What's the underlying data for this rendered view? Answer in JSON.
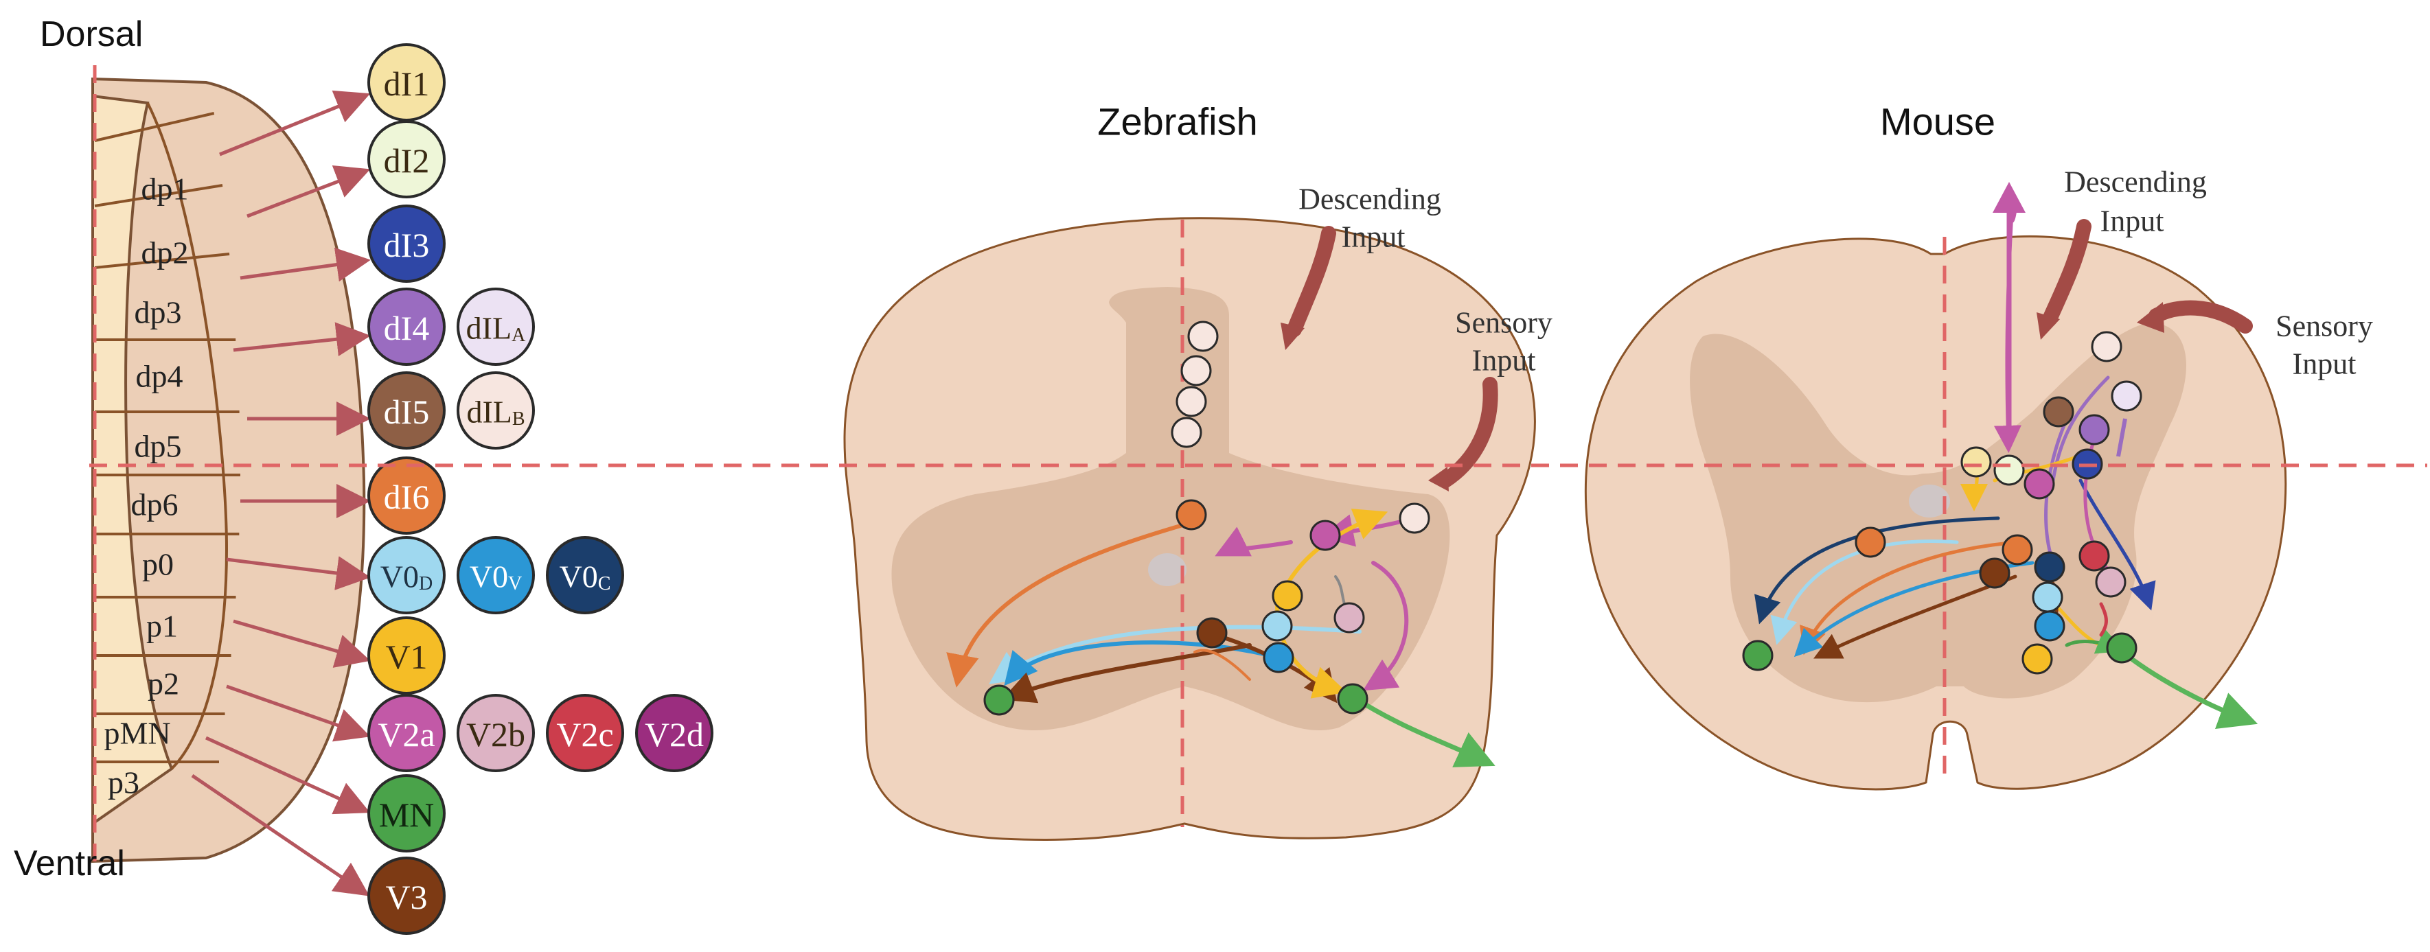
{
  "labels": {
    "dorsal": "Dorsal",
    "ventral": "Ventral",
    "zebrafish": "Zebrafish",
    "mouse": "Mouse",
    "descending_line1": "Descending",
    "descending_line2": "Input",
    "sensory_line1": "Sensory",
    "sensory_line2": "Input"
  },
  "domains": [
    "dp1",
    "dp2",
    "dp3",
    "dp4",
    "dp5",
    "dp6",
    "p0",
    "p1",
    "p2",
    "pMN",
    "p3"
  ],
  "cell_types": [
    {
      "id": "dI1",
      "label": "dI1",
      "fill": "#f6e3a4",
      "text": "#3a2a12"
    },
    {
      "id": "dI2",
      "label": "dI2",
      "fill": "#eef6d8",
      "text": "#3a2a12"
    },
    {
      "id": "dI3",
      "label": "dI3",
      "fill": "#2f47a6",
      "text": "#ffffff"
    },
    {
      "id": "dI4",
      "label": "dI4",
      "fill": "#9a6cc0",
      "text": "#ffffff"
    },
    {
      "id": "dILA",
      "label": "dIL",
      "sub": "A",
      "fill": "#ece2f3",
      "text": "#3a2a12"
    },
    {
      "id": "dI5",
      "label": "dI5",
      "fill": "#8e5f45",
      "text": "#ffffff"
    },
    {
      "id": "dILB",
      "label": "dIL",
      "sub": "B",
      "fill": "#f7e6e0",
      "text": "#3a2a12"
    },
    {
      "id": "dI6",
      "label": "dI6",
      "fill": "#e2793a",
      "text": "#ffffff"
    },
    {
      "id": "V0D",
      "label": "V0",
      "sub": "D",
      "fill": "#9fd8ef",
      "text": "#1f3345"
    },
    {
      "id": "V0V",
      "label": "V0",
      "sub": "V",
      "fill": "#2b97d5",
      "text": "#ffffff"
    },
    {
      "id": "V0C",
      "label": "V0",
      "sub": "C",
      "fill": "#1b3e6c",
      "text": "#ffffff"
    },
    {
      "id": "V1",
      "label": "V1",
      "fill": "#f5bd26",
      "text": "#3a2a12"
    },
    {
      "id": "V2a",
      "label": "V2a",
      "fill": "#c259a7",
      "text": "#ffffff"
    },
    {
      "id": "V2b",
      "label": "V2b",
      "fill": "#ddb3c4",
      "text": "#3a2a12"
    },
    {
      "id": "V2c",
      "label": "V2c",
      "fill": "#cc3d4c",
      "text": "#ffffff"
    },
    {
      "id": "V2d",
      "label": "V2d",
      "fill": "#9b2d7f",
      "text": "#ffffff"
    },
    {
      "id": "MN",
      "label": "MN",
      "fill": "#4aa34a",
      "text": "#10260f"
    },
    {
      "id": "V3",
      "label": "V3",
      "fill": "#7d3a14",
      "text": "#ffffff"
    }
  ],
  "colors": {
    "tissue": "#f0d4bf",
    "grey_matter": "#ddbca3",
    "outline": "#7b5235",
    "neural_tube": "#eccfb7",
    "ventricular_zone": "#f9e5c2",
    "domain_line": "#8a5328",
    "guide_line": "#e06666",
    "arrow": "#b5565e",
    "input_arrow": "#a34b46",
    "motor_output": "#5ab55a"
  }
}
